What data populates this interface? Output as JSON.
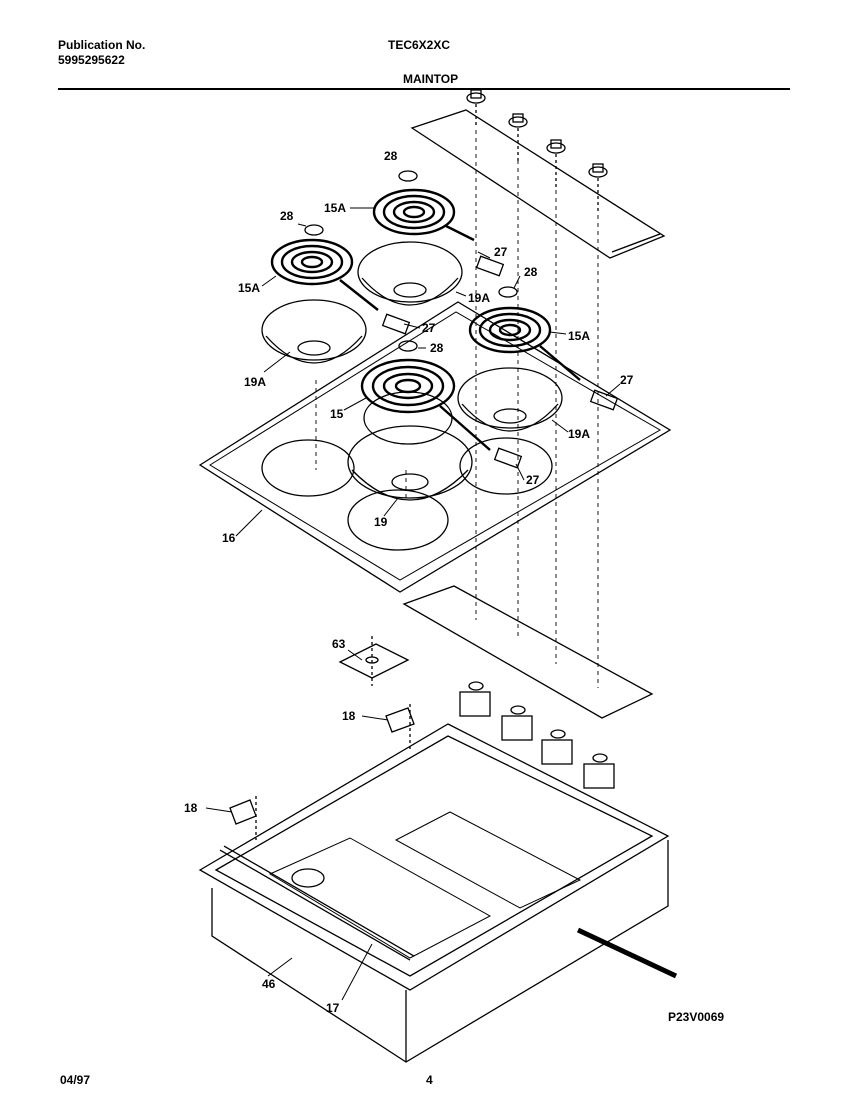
{
  "header": {
    "publication_label": "Publication No.",
    "publication_number": "5995295622",
    "model": "TEC6X2XC",
    "section": "MAINTOP"
  },
  "callouts": {
    "c28a": "28",
    "c15a_back": "15A",
    "c28b": "28",
    "c27a": "27",
    "c28c": "28",
    "c15a_left": "15A",
    "c19a_back": "19A",
    "c27b": "27",
    "c15a_right": "15A",
    "c28d": "28",
    "c19a_left": "19A",
    "c27c": "27",
    "c15": "15",
    "c19a_right": "19A",
    "c27d": "27",
    "c16": "16",
    "c19": "19",
    "c63": "63",
    "c18a": "18",
    "c18b": "18",
    "c46": "46",
    "c17": "17"
  },
  "footer": {
    "date": "04/97",
    "page": "4",
    "figure_id": "P23V0069"
  }
}
